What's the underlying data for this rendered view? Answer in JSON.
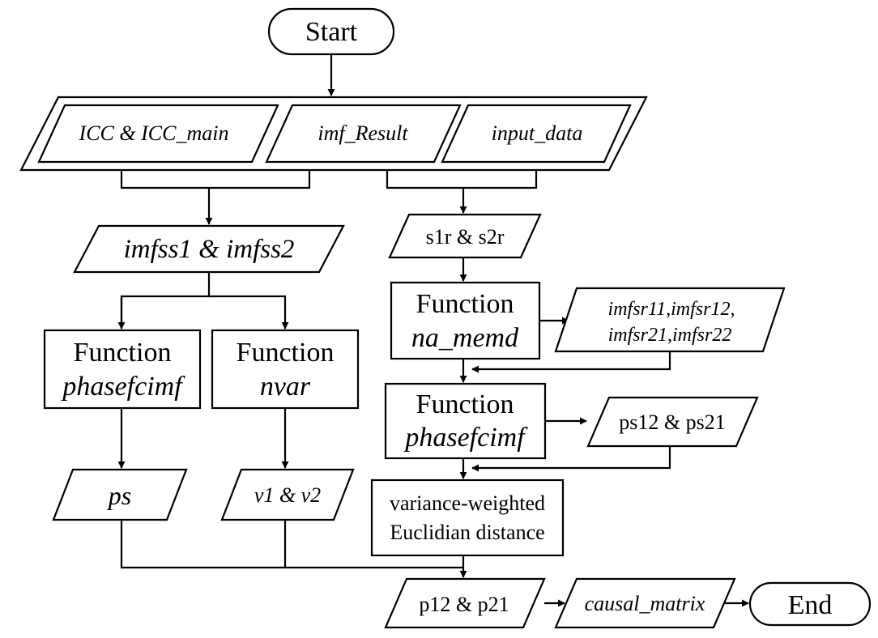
{
  "nodes": {
    "start": "Start",
    "icc": "ICC & ICC_main",
    "imf_result": "imf_Result",
    "input_data": "input_data",
    "imfss": "imfss1 & imfss2",
    "s1r_s2r": "s1r & s2r",
    "fn_label": "Function",
    "na_memd": "na_memd",
    "imfsr_line1": "imfsr11,imfsr12,",
    "imfsr_line2": "imfsr21,imfsr22",
    "phasefcimf": "phasefcimf",
    "nvar": "nvar",
    "ps12_ps21": "ps12 & ps21",
    "ps": "ps",
    "v1_v2": "v1 & v2",
    "ved_line1": "variance-weighted",
    "ved_line2": "Euclidian distance",
    "p12_p21": "p12 & p21",
    "causal_matrix": "causal_matrix",
    "end": "End"
  }
}
